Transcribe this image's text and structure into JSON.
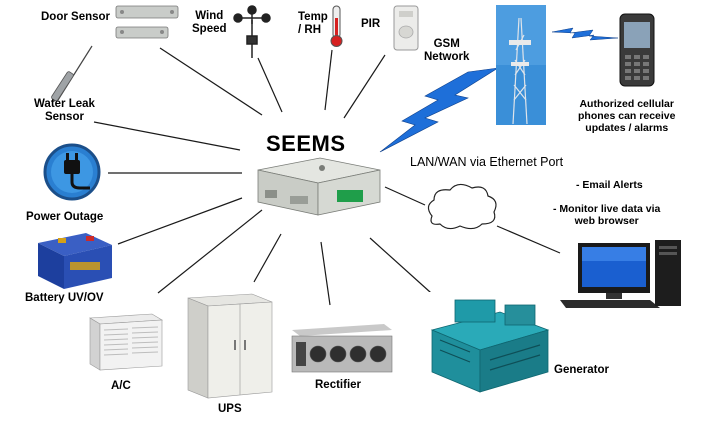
{
  "center": {
    "title": "SEEMS"
  },
  "network": {
    "lan_label": "LAN/WAN  via Ethernet Port"
  },
  "labels": {
    "door_sensor": "Door Sensor",
    "wind_speed_1": "Wind",
    "wind_speed_2": "Speed",
    "temp_1": "Temp",
    "temp_2": "/ RH",
    "pir": "PIR",
    "gsm_1": "GSM",
    "gsm_2": "Network",
    "water_1": "Water Leak",
    "water_2": "Sensor",
    "power_outage": "Power Outage",
    "battery": "Battery UV/OV",
    "ac": "A/C",
    "ups": "UPS",
    "rectifier": "Rectifier",
    "generator": "Generator"
  },
  "notes": {
    "cell_1": "Authorized cellular",
    "cell_2": "phones can receive",
    "cell_3": "updates / alarms",
    "email": "- Email Alerts",
    "monitor_1": "- Monitor live data via",
    "monitor_2": "web browser"
  },
  "colors": {
    "line": "#1a1a1a",
    "lightning": "#1e6fd9",
    "device_body": "#d9dcd6",
    "generator": "#1f9aa8",
    "battery": "#1d3f9e",
    "power_icon": "#2a7fd1"
  },
  "icons": [
    "door-sensor-icon",
    "anemometer-icon",
    "thermometer-icon",
    "pir-sensor-icon",
    "cell-tower-icon",
    "cell-phone-icon",
    "water-leak-sensor-icon",
    "power-plug-icon",
    "battery-icon",
    "air-conditioner-icon",
    "ups-cabinet-icon",
    "rectifier-icon",
    "generator-icon",
    "cloud-icon",
    "computer-icon",
    "controller-device-icon"
  ]
}
